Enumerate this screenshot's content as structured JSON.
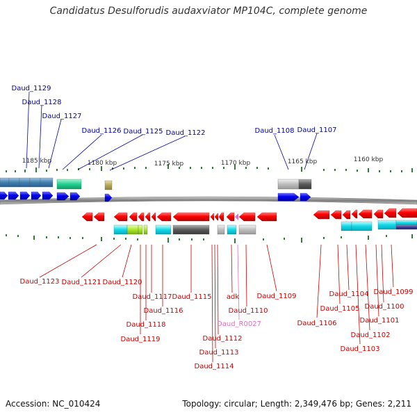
{
  "title": "Candidatus Desulforudis audaxviator MP104C, complete genome",
  "accession": "Accession: NC_010424",
  "summary": "Topology: circular; Length: 2,349,476 bp; Genes: 2,211",
  "colors": {
    "top_label": "#0000aa",
    "bottom_label": "#cc0000",
    "rna_label": "#e070c0",
    "backbone": "#888888",
    "ticks": "#2e7d32"
  },
  "scale_labels": [
    "1185 kbp",
    "1180 kbp",
    "1175 kbp",
    "1170 kbp",
    "1165 kbp",
    "1160 kbp"
  ],
  "top_genes": [
    "Daud_1129",
    "Daud_1128",
    "Daud_1127",
    "Daud_1126",
    "Daud_1125",
    "Daud_1122",
    "Daud_1108",
    "Daud_1107"
  ],
  "bottom_genes": [
    "Daud_1123",
    "Daud_1121",
    "Daud_1120",
    "Daud_1117",
    "Daud_1118",
    "Daud_1119",
    "Daud_1116",
    "Daud_1115",
    "Daud_1112",
    "Daud_1113",
    "Daud_1114",
    "adk",
    "Daud_R0027",
    "Daud_1110",
    "Daud_1109",
    "Daud_1106",
    "Daud_1105",
    "Daud_1104",
    "Daud_1103",
    "Daud_1102",
    "Daud_1101",
    "Daud_1100",
    "Daud_1099"
  ]
}
